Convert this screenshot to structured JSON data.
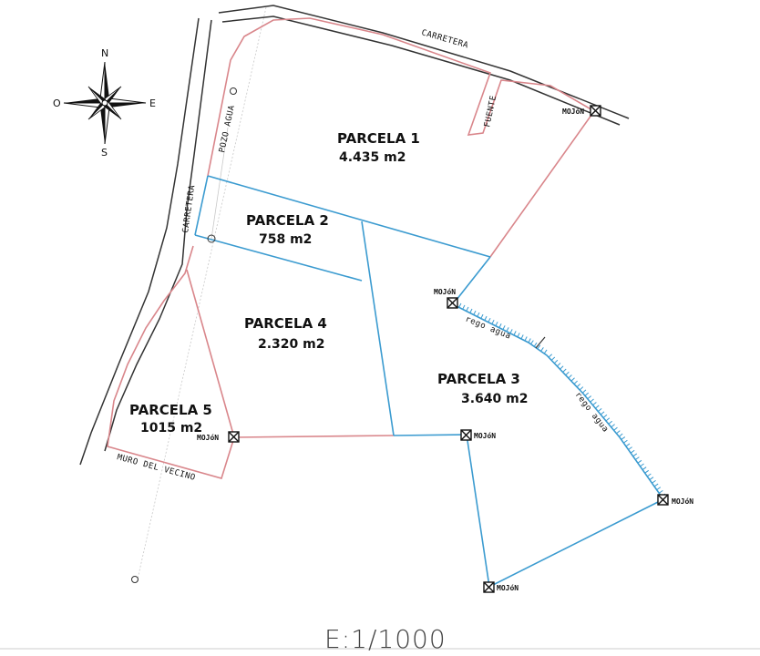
{
  "parcels": [
    {
      "name": "PARCELA 1",
      "area": "4.435 m2"
    },
    {
      "name": "PARCELA 2",
      "area": "758 m2"
    },
    {
      "name": "PARCELA 3",
      "area": "3.640 m2"
    },
    {
      "name": "PARCELA 4",
      "area": "2.320 m2"
    },
    {
      "name": "PARCELA 5",
      "area": "1015 m2"
    }
  ],
  "labels": {
    "carretera": "CARRETERA",
    "pozo_agua": "POZO AGUA",
    "fuente": "FUENTE",
    "rego_agua": "rego agua",
    "muro_del_vecino": "MURO DEL VECINO",
    "mojon": "MOJóN"
  },
  "compass": {
    "north": "N",
    "south": "S",
    "east": "E",
    "west": "O"
  },
  "scale": "E:1/1000",
  "colors": {
    "parcel_border": "#d9868b",
    "division_line": "#3b9bd0",
    "road": "#333333"
  }
}
